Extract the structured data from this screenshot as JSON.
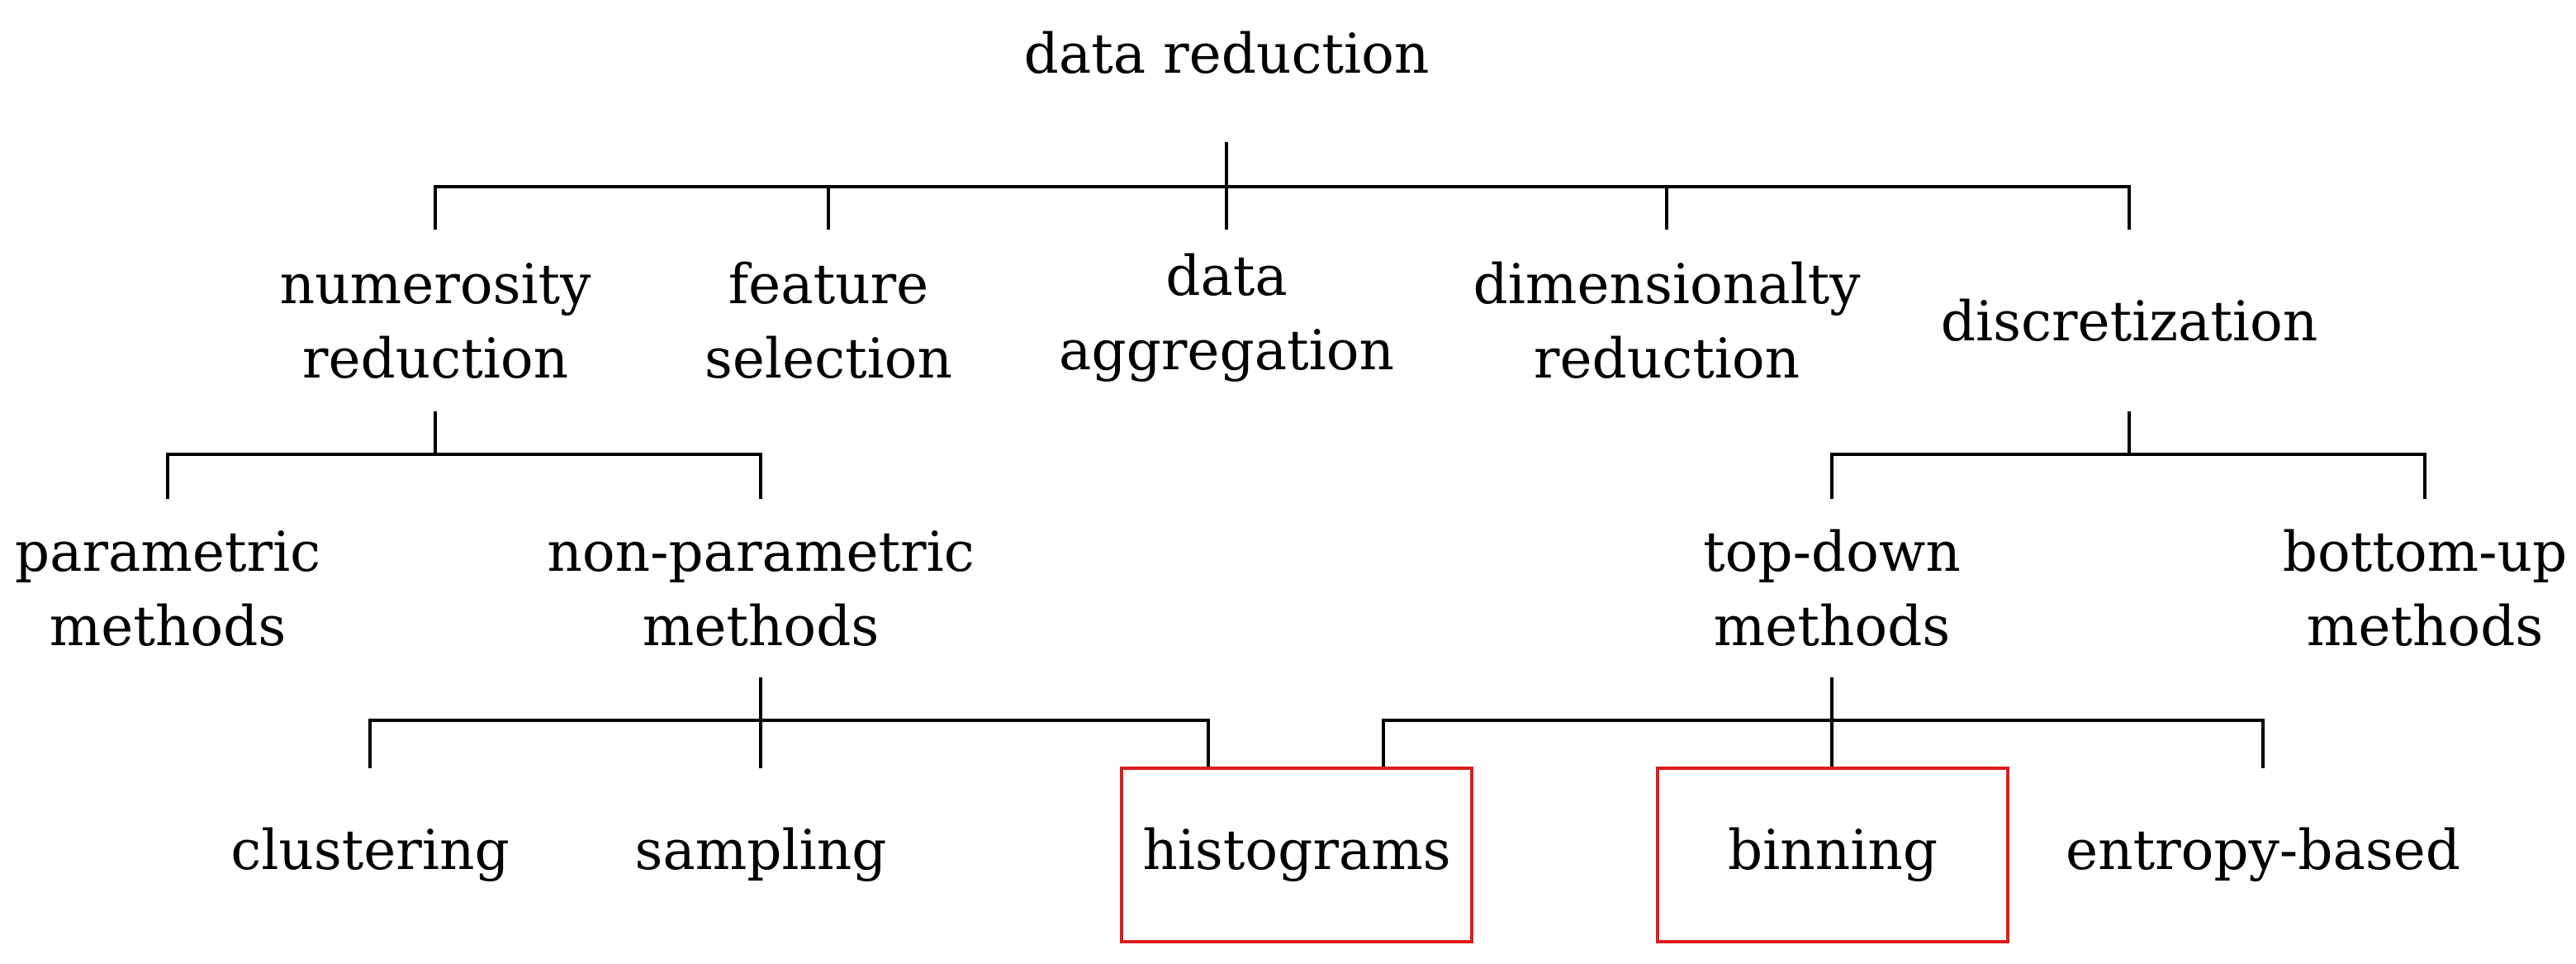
{
  "diagram": {
    "root": {
      "lines": [
        "data reduction"
      ]
    },
    "level1": [
      {
        "lines": [
          "numerosity",
          "reduction"
        ]
      },
      {
        "lines": [
          "feature",
          "selection"
        ]
      },
      {
        "lines": [
          "data",
          "aggregation"
        ]
      },
      {
        "lines": [
          "dimensionalty",
          "reduction"
        ]
      },
      {
        "lines": [
          "discretization"
        ]
      }
    ],
    "numerosity_children": [
      {
        "lines": [
          "parametric",
          "methods"
        ]
      },
      {
        "lines": [
          "non-parametric",
          "methods"
        ]
      }
    ],
    "discretization_children": [
      {
        "lines": [
          "top-down",
          "methods"
        ]
      },
      {
        "lines": [
          "bottom-up",
          "methods"
        ]
      }
    ],
    "leaves": [
      {
        "lines": [
          "clustering"
        ]
      },
      {
        "lines": [
          "sampling"
        ]
      },
      {
        "lines": [
          "histograms"
        ],
        "highlighted": true
      },
      {
        "lines": [
          "binning"
        ],
        "highlighted": true
      },
      {
        "lines": [
          "entropy-based"
        ]
      }
    ],
    "colors": {
      "text": "#000000",
      "edge": "#000000",
      "highlight": "#dd1c1c"
    }
  }
}
